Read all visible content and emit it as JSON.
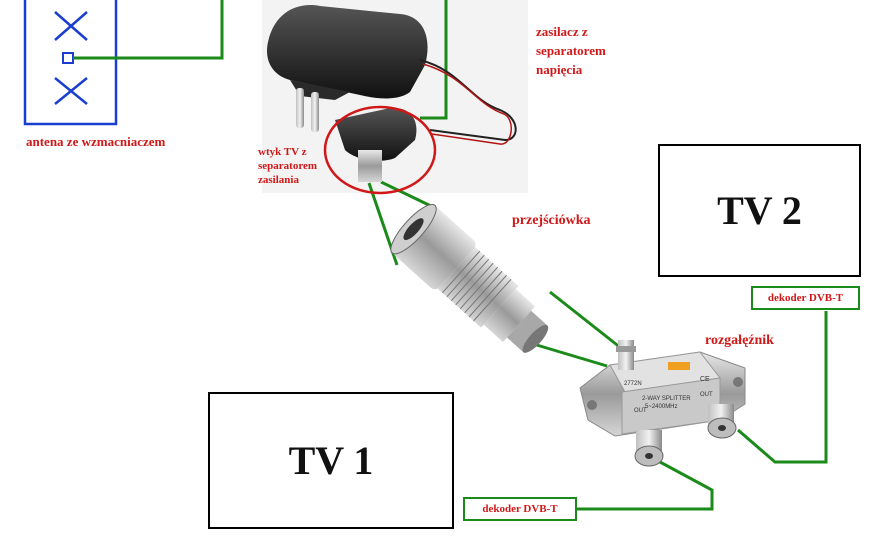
{
  "labels": {
    "antenna": "antena ze wzmacniaczem",
    "psu_line1": "zasilacz z",
    "psu_line2": "separatorem",
    "psu_line3": "napięcia",
    "plug_line1": "wtyk TV z",
    "plug_line2": "separatorem",
    "plug_line3": "zasilania",
    "adapter": "przejściówka",
    "splitter": "rozgałęźnik"
  },
  "tv1": {
    "title": "TV 1",
    "decoder": "dekoder DVB-T"
  },
  "tv2": {
    "title": "TV 2",
    "decoder": "dekoder DVB-T"
  },
  "splitter_markings": {
    "model": "2772N",
    "desc": "2-WAY SPLITTER",
    "freq": "5~2400MHz",
    "out_left": "OUT",
    "out_right": "OUT",
    "ce": "CE"
  },
  "colors": {
    "wire": "#1a8a1a",
    "label": "#d01818",
    "antenna_box": "#1a3fd0",
    "highlight_circle": "#d01818"
  }
}
